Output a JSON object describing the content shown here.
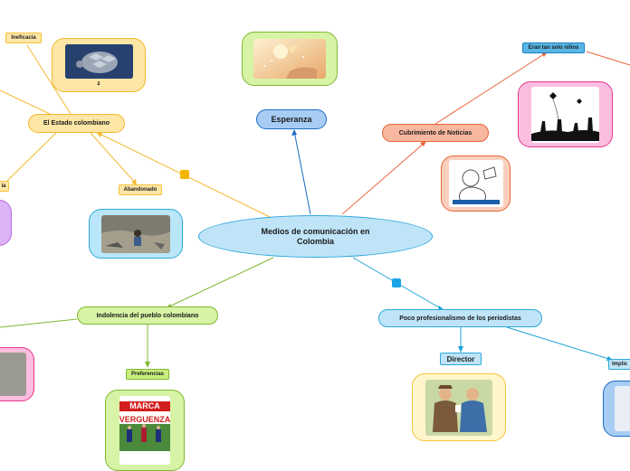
{
  "center": {
    "label": "Medios de comunicación en Colombia"
  },
  "nodes": {
    "esperanza": "Esperanza",
    "cubrimiento": "Cubrimiento de Noticias",
    "eran_ninos": "Eran tan solo niños",
    "estado": "El Estado colombiano",
    "ineficacia": "Ineficacia",
    "abandonado": "Abandonado",
    "cia_partial": "ia",
    "indolencia": "Indolencia del pueblo colombiano",
    "preferencias": "Preferencias",
    "profesionalismo": "Poco profesionalismo de los periodistas",
    "director": "Director",
    "implic_partial": "Implic"
  },
  "image_caption_z": "z",
  "newspaper": {
    "masthead": "MARCA",
    "headline": "VERGUENZA"
  },
  "colors": {
    "orange": "#e8643a",
    "yellow": "#f5c23a",
    "green": "#7fb832",
    "blue": "#1a7fc4",
    "cyan": "#2fa8dc",
    "pink": "#e6378a",
    "purple": "#b56be0"
  }
}
